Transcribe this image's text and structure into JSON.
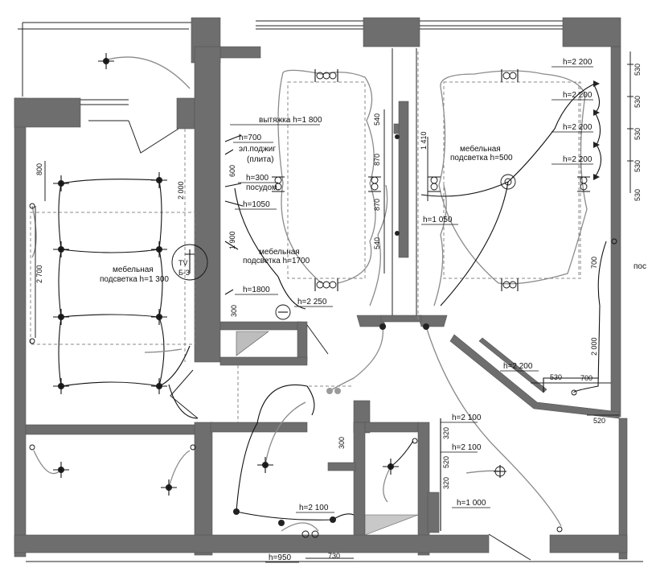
{
  "labels": {
    "vytyazhka": "вытяжка h=1 800",
    "h700": "h=700",
    "el_podzhig": "эл.поджиг",
    "plita": "(плита)",
    "h300": "h=300",
    "posudom": "посудом.",
    "h1050_left": "h=1050",
    "mebel_1700_a": "мебельная",
    "mebel_1700_b": "подсветка h=1700",
    "h1800": "h=1800",
    "h2250": "h=2 250",
    "mebel_500_a": "мебельная",
    "mebel_500_b": "подсветка h=500",
    "h1050_mid": "h=1 050",
    "h2200_1": "h=2 200",
    "h2200_2": "h=2 200",
    "h2200_3": "h=2 200",
    "h2200_4": "h=2 200",
    "h2200_hall": "h=2 200",
    "mebel_1300_a": "мебельная",
    "mebel_1300_b": "подсветка h=1 300",
    "h2100_a": "h=2 100",
    "h2100_b": "h=2 100",
    "h2100_c": "h=2 100",
    "h1000": "h=1 000",
    "h950": "h=950",
    "pos_cut": "пос",
    "tv": "TV",
    "b3": "Б-3"
  },
  "dims": {
    "d530_1": "530",
    "d530_2": "530",
    "d530_3": "530",
    "d530_4": "530",
    "d530_5": "530",
    "d540_a": "540",
    "d870_a": "870",
    "d870_b": "870",
    "d540_b": "540",
    "d1410": "1 410",
    "d800": "800",
    "d2000_left": "2 000",
    "d2700": "2 700",
    "d600": "600",
    "d1900": "1 900",
    "d300_k": "300",
    "d700_r": "700",
    "d2000_r": "2 000",
    "d530_h": "530",
    "d700_h": "700",
    "d520_h": "520",
    "d320_a": "320",
    "d520_v": "520",
    "d320_b": "320",
    "d300_b": "300",
    "d730": "730"
  },
  "colors": {
    "wall": "#6e6e6e",
    "wire_black": "#111111",
    "wire_grey": "#8a8a8a",
    "background": "#ffffff"
  }
}
